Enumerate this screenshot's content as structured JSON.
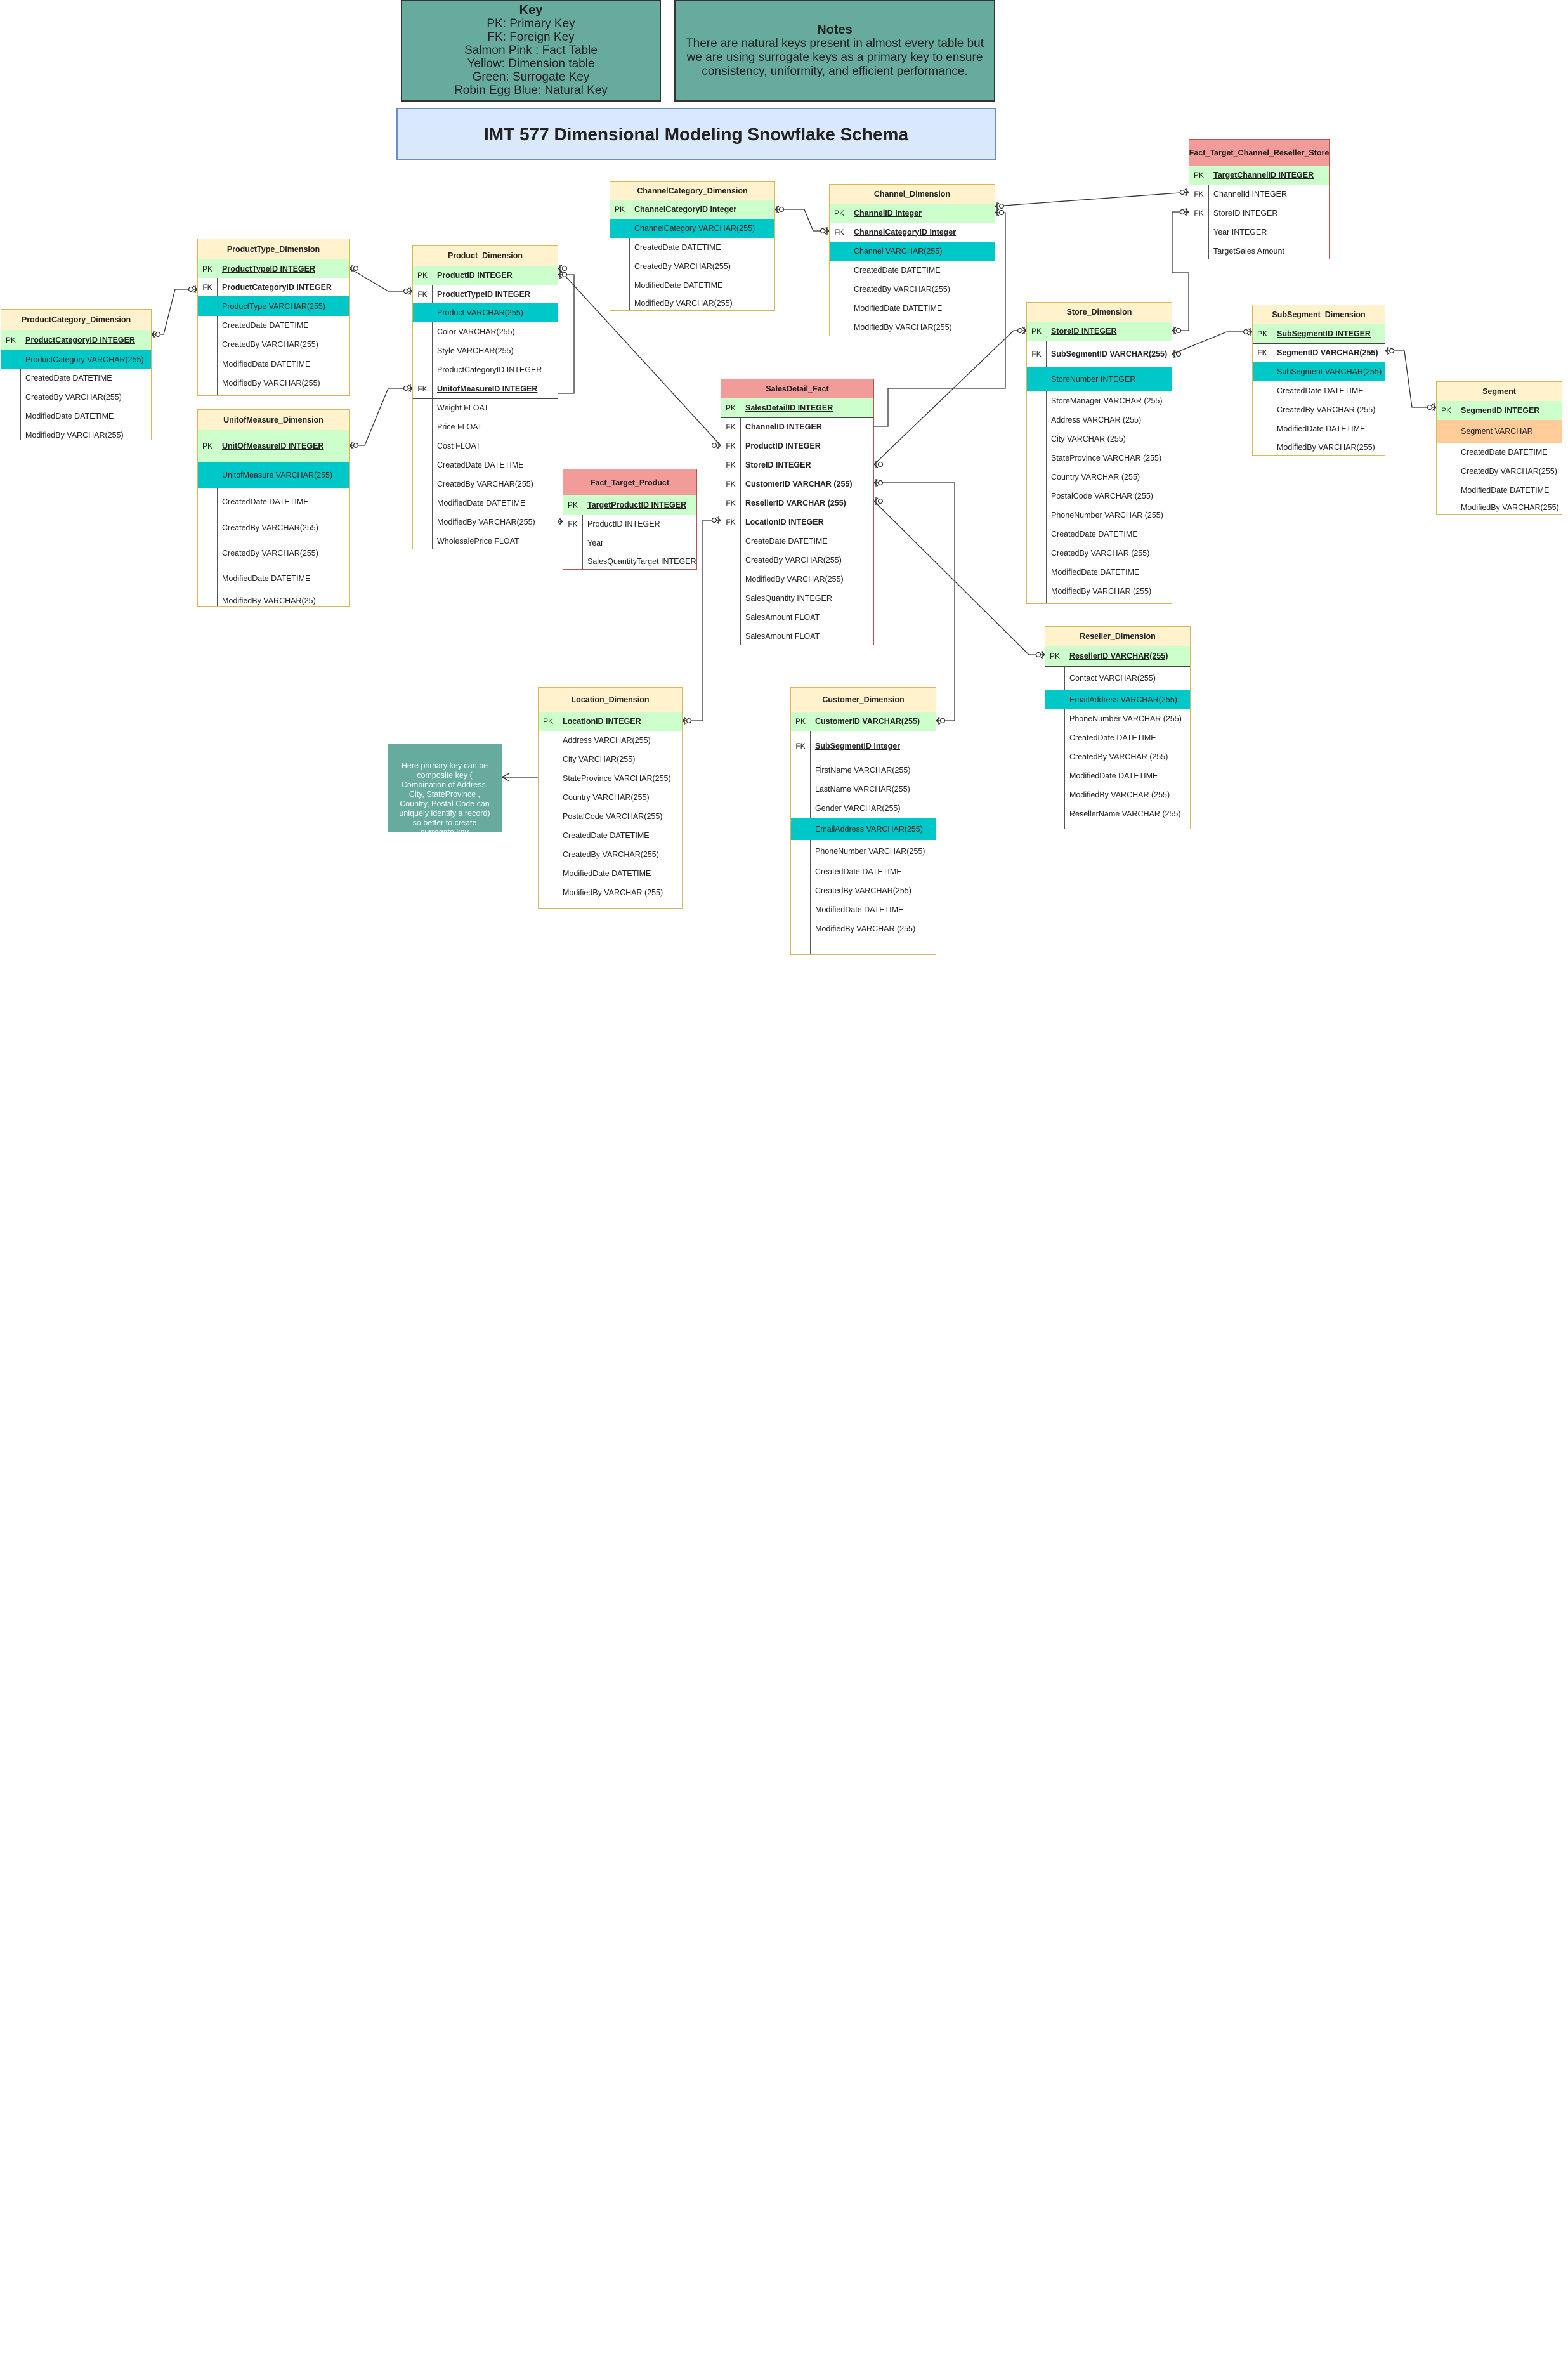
{
  "key": {
    "title": "Key",
    "lines": [
      "PK: Primary Key",
      "FK: Foreign Key",
      "Salmon Pink : Fact Table",
      "Yellow: Dimension table",
      "Green: Surrogate Key",
      "Robin Egg Blue: Natural Key"
    ]
  },
  "notes": {
    "title": "Notes",
    "text": "There are natural keys present in almost every table but we are using surrogate keys as a primary key to ensure consistency, uniformity, and efficient performance."
  },
  "title": "IMT 577 Dimensional Modeling Snowflake Schema",
  "location_note": "Here primary key can be composite key ( Combination of Address, City, StateProvince , Country, Postal Code can uniquely identify a record) so better to create surrogate key",
  "colors": {
    "fact": "#f19c99",
    "dimension": "#fff2cc",
    "surrogate": "#ccffcc",
    "natural": "#00c8c8",
    "segment_natural": "#ffcc99",
    "note": "#67ab9f",
    "title": "#dae8fc"
  },
  "tables": [
    {
      "id": "productcategory",
      "title": "ProductCategory_Dimension",
      "rows": [
        {
          "k": "PK",
          "t": "ProductCategoryID INTEGER"
        },
        {
          "k": "",
          "t": "ProductCategory VARCHAR(255)"
        },
        {
          "k": "",
          "t": "CreatedDate DATETIME"
        },
        {
          "k": "",
          "t": "CreatedBy VARCHAR(255)"
        },
        {
          "k": "",
          "t": "ModifiedDate DATETIME"
        },
        {
          "k": "",
          "t": "ModifiedBy VARCHAR(255)"
        }
      ]
    },
    {
      "id": "producttype",
      "title": "ProductType_Dimension",
      "rows": [
        {
          "k": "PK",
          "t": "ProductTypeID INTEGER"
        },
        {
          "k": "FK",
          "t": "ProductCategoryID INTEGER"
        },
        {
          "k": "",
          "t": "ProductType VARCHAR(255)"
        },
        {
          "k": "",
          "t": "CreatedDate DATETIME"
        },
        {
          "k": "",
          "t": "CreatedBy VARCHAR(255)"
        },
        {
          "k": "",
          "t": "ModifiedDate DATETIME"
        },
        {
          "k": "",
          "t": "ModifiedBy VARCHAR(255)"
        }
      ]
    },
    {
      "id": "unitofmeasure",
      "title": "UnitofMeasure_Dimension",
      "rows": [
        {
          "k": "PK",
          "t": "UnitOfMeasureID INTEGER"
        },
        {
          "k": "",
          "t": "UnitofMeasure VARCHAR(255)"
        },
        {
          "k": "",
          "t": "CreatedDate DATETIME"
        },
        {
          "k": "",
          "t": "CreatedBy VARCHAR(255)"
        },
        {
          "k": "",
          "t": "CreatedBy VARCHAR(255)"
        },
        {
          "k": "",
          "t": "ModifiedDate DATETIME"
        },
        {
          "k": "",
          "t": "ModifiedBy VARCHAR(25)"
        }
      ]
    },
    {
      "id": "product",
      "title": "Product_Dimension",
      "rows": [
        {
          "k": "PK",
          "t": "ProductID INTEGER"
        },
        {
          "k": "FK",
          "t": "ProductTypeID INTEGER"
        },
        {
          "k": "",
          "t": "Product VARCHAR(255)"
        },
        {
          "k": "",
          "t": "Color VARCHAR(255)"
        },
        {
          "k": "",
          "t": "Style VARCHAR(255)"
        },
        {
          "k": "",
          "t": "ProductCategoryID INTEGER"
        },
        {
          "k": "FK",
          "t": "UnitofMeasureID INTEGER"
        },
        {
          "k": "",
          "t": "Weight FLOAT"
        },
        {
          "k": "",
          "t": "Price FLOAT"
        },
        {
          "k": "",
          "t": "Cost FLOAT"
        },
        {
          "k": "",
          "t": "CreatedDate DATETIME"
        },
        {
          "k": "",
          "t": "CreatedBy VARCHAR(255)"
        },
        {
          "k": "",
          "t": "ModifiedDate DATETIME"
        },
        {
          "k": "",
          "t": "ModifiedBy VARCHAR(255)"
        },
        {
          "k": "",
          "t": "WholesalePrice FLOAT"
        }
      ]
    },
    {
      "id": "channelcategory",
      "title": "ChannelCategory_Dimension",
      "rows": [
        {
          "k": "PK",
          "t": "ChannelCategoryID Integer"
        },
        {
          "k": "",
          "t": "ChannelCategory VARCHAR(255)"
        },
        {
          "k": "",
          "t": "CreatedDate DATETIME"
        },
        {
          "k": "",
          "t": "CreatedBy VARCHAR(255)"
        },
        {
          "k": "",
          "t": "ModifiedDate DATETIME"
        },
        {
          "k": "",
          "t": "ModifiedBy VARCHAR(255)"
        }
      ]
    },
    {
      "id": "channel",
      "title": "Channel_Dimension",
      "rows": [
        {
          "k": "PK",
          "t": "ChannelID Integer"
        },
        {
          "k": "FK",
          "t": "ChannelCategoryID Integer"
        },
        {
          "k": "",
          "t": "Channel VARCHAR(255)"
        },
        {
          "k": "",
          "t": "CreatedDate DATETIME"
        },
        {
          "k": "",
          "t": "CreatedBy VARCHAR(255)"
        },
        {
          "k": "",
          "t": "ModifiedDate DATETIME"
        },
        {
          "k": "",
          "t": "ModifiedBy VARCHAR(255)"
        }
      ]
    },
    {
      "id": "facttargetchannel",
      "title": "Fact_Target_Channel_Reseller_Store",
      "rows": [
        {
          "k": "PK",
          "t": "TargetChannelID INTEGER"
        },
        {
          "k": "FK",
          "t": "ChannelId INTEGER"
        },
        {
          "k": "FK",
          "t": "StoreID INTEGER"
        },
        {
          "k": "",
          "t": "Year INTEGER"
        },
        {
          "k": "",
          "t": "TargetSales Amount"
        }
      ]
    },
    {
      "id": "salesdetail",
      "title": "SalesDetail_Fact",
      "rows": [
        {
          "k": "PK",
          "t": "SalesDetailID INTEGER"
        },
        {
          "k": "FK",
          "t": "ChannelID INTEGER"
        },
        {
          "k": "FK",
          "t": "ProductID INTEGER"
        },
        {
          "k": "FK",
          "t": "StoreID INTEGER"
        },
        {
          "k": "FK",
          "t": "CustomerID VARCHAR (255)"
        },
        {
          "k": "FK",
          "t": "ResellerID VARCHAR (255)"
        },
        {
          "k": "FK",
          "t": "LocationID INTEGER"
        },
        {
          "k": "",
          "t": "CreateDate DATETIME"
        },
        {
          "k": "",
          "t": "CreatedBy VARCHAR(255)"
        },
        {
          "k": "",
          "t": "ModifiedBy VARCHAR(255)"
        },
        {
          "k": "",
          "t": "SalesQuantity INTEGER"
        },
        {
          "k": "",
          "t": "SalesAmount FLOAT"
        },
        {
          "k": "",
          "t": "SalesAmount FLOAT"
        }
      ]
    },
    {
      "id": "facttargetproduct",
      "title": "Fact_Target_Product",
      "rows": [
        {
          "k": "PK",
          "t": "TargetProductID INTEGER"
        },
        {
          "k": "FK",
          "t": "ProductID INTEGER"
        },
        {
          "k": "",
          "t": "Year"
        },
        {
          "k": "",
          "t": "SalesQuantityTarget INTEGER"
        }
      ]
    },
    {
      "id": "store",
      "title": "Store_Dimension",
      "rows": [
        {
          "k": "PK",
          "t": "StoreID INTEGER"
        },
        {
          "k": "FK",
          "t": "SubSegmentID VARCHAR(255)"
        },
        {
          "k": "",
          "t": "StoreNumber INTEGER"
        },
        {
          "k": "",
          "t": "StoreManager VARCHAR (255)"
        },
        {
          "k": "",
          "t": "Address VARCHAR (255)"
        },
        {
          "k": "",
          "t": "City VARCHAR (255)"
        },
        {
          "k": "",
          "t": "StateProvince VARCHAR (255)"
        },
        {
          "k": "",
          "t": "Country VARCHAR (255)"
        },
        {
          "k": "",
          "t": "PostalCode VARCHAR (255)"
        },
        {
          "k": "",
          "t": "PhoneNumber VARCHAR (255)"
        },
        {
          "k": "",
          "t": "CreatedDate DATETIME"
        },
        {
          "k": "",
          "t": "CreatedBy VARCHAR (255)"
        },
        {
          "k": "",
          "t": "ModifiedDate DATETIME"
        },
        {
          "k": "",
          "t": "ModifiedBy VARCHAR (255)"
        }
      ]
    },
    {
      "id": "subsegment",
      "title": "SubSegment_Dimension",
      "rows": [
        {
          "k": "PK",
          "t": "SubSegmentID INTEGER"
        },
        {
          "k": "FK",
          "t": "SegmentID VARCHAR(255)"
        },
        {
          "k": "",
          "t": "SubSegment VARCHAR(255)"
        },
        {
          "k": "",
          "t": "CreatedDate DATETIME"
        },
        {
          "k": "",
          "t": "CreatedBy VARCHAR (255)"
        },
        {
          "k": "",
          "t": "ModifiedDate DATETIME"
        },
        {
          "k": "",
          "t": "ModifiedBy VARCHAR(255)"
        }
      ]
    },
    {
      "id": "segment",
      "title": "Segment",
      "rows": [
        {
          "k": "PK",
          "t": "SegmentID INTEGER"
        },
        {
          "k": "",
          "t": "Segment VARCHAR"
        },
        {
          "k": "",
          "t": "CreatedDate DATETIME"
        },
        {
          "k": "",
          "t": "CreatedBy VARCHAR(255)"
        },
        {
          "k": "",
          "t": "ModifiedDate DATETIME"
        },
        {
          "k": "",
          "t": "ModifiedBy VARCHAR(255)"
        }
      ]
    },
    {
      "id": "reseller",
      "title": "Reseller_Dimension",
      "rows": [
        {
          "k": "PK",
          "t": "ResellerID VARCHAR(255)"
        },
        {
          "k": "",
          "t": "Contact VARCHAR(255)"
        },
        {
          "k": "",
          "t": "EmailAddress VARCHAR(255)"
        },
        {
          "k": "",
          "t": "PhoneNumber VARCHAR (255)"
        },
        {
          "k": "",
          "t": "CreatedDate DATETIME"
        },
        {
          "k": "",
          "t": "CreatedBy VARCHAR (255)"
        },
        {
          "k": "",
          "t": "ModifiedDate DATETIME"
        },
        {
          "k": "",
          "t": "ModifiedBy VARCHAR (255)"
        },
        {
          "k": "",
          "t": "ResellerName VARCHAR (255)"
        }
      ]
    },
    {
      "id": "location",
      "title": "Location_Dimension",
      "rows": [
        {
          "k": "PK",
          "t": "LocationID INTEGER"
        },
        {
          "k": "",
          "t": "Address VARCHAR(255)"
        },
        {
          "k": "",
          "t": "City VARCHAR(255)"
        },
        {
          "k": "",
          "t": "StateProvince VARCHAR(255)"
        },
        {
          "k": "",
          "t": "Country VARCHAR(255)"
        },
        {
          "k": "",
          "t": "PostalCode VARCHAR(255)"
        },
        {
          "k": "",
          "t": "CreatedDate DATETIME"
        },
        {
          "k": "",
          "t": "CreatedBy VARCHAR(255)"
        },
        {
          "k": "",
          "t": "ModifiedDate DATETIME"
        },
        {
          "k": "",
          "t": "ModifiedBy VARCHAR (255)"
        }
      ]
    },
    {
      "id": "customer",
      "title": "Customer_Dimension",
      "rows": [
        {
          "k": "PK",
          "t": "CustomerID VARCHAR(255)"
        },
        {
          "k": "FK",
          "t": "SubSegmentID Integer"
        },
        {
          "k": "",
          "t": "FirstName VARCHAR(255)"
        },
        {
          "k": "",
          "t": "LastName VARCHAR(255)"
        },
        {
          "k": "",
          "t": "Gender VARCHAR(255)"
        },
        {
          "k": "",
          "t": "EmailAddress VARCHAR(255)"
        },
        {
          "k": "",
          "t": "PhoneNumber VARCHAR(255)"
        },
        {
          "k": "",
          "t": "CreatedDate DATETIME"
        },
        {
          "k": "",
          "t": "CreatedBy VARCHAR(255)"
        },
        {
          "k": "",
          "t": "ModifiedDate DATETIME"
        },
        {
          "k": "",
          "t": "ModifiedBy VARCHAR (255)"
        }
      ]
    }
  ]
}
